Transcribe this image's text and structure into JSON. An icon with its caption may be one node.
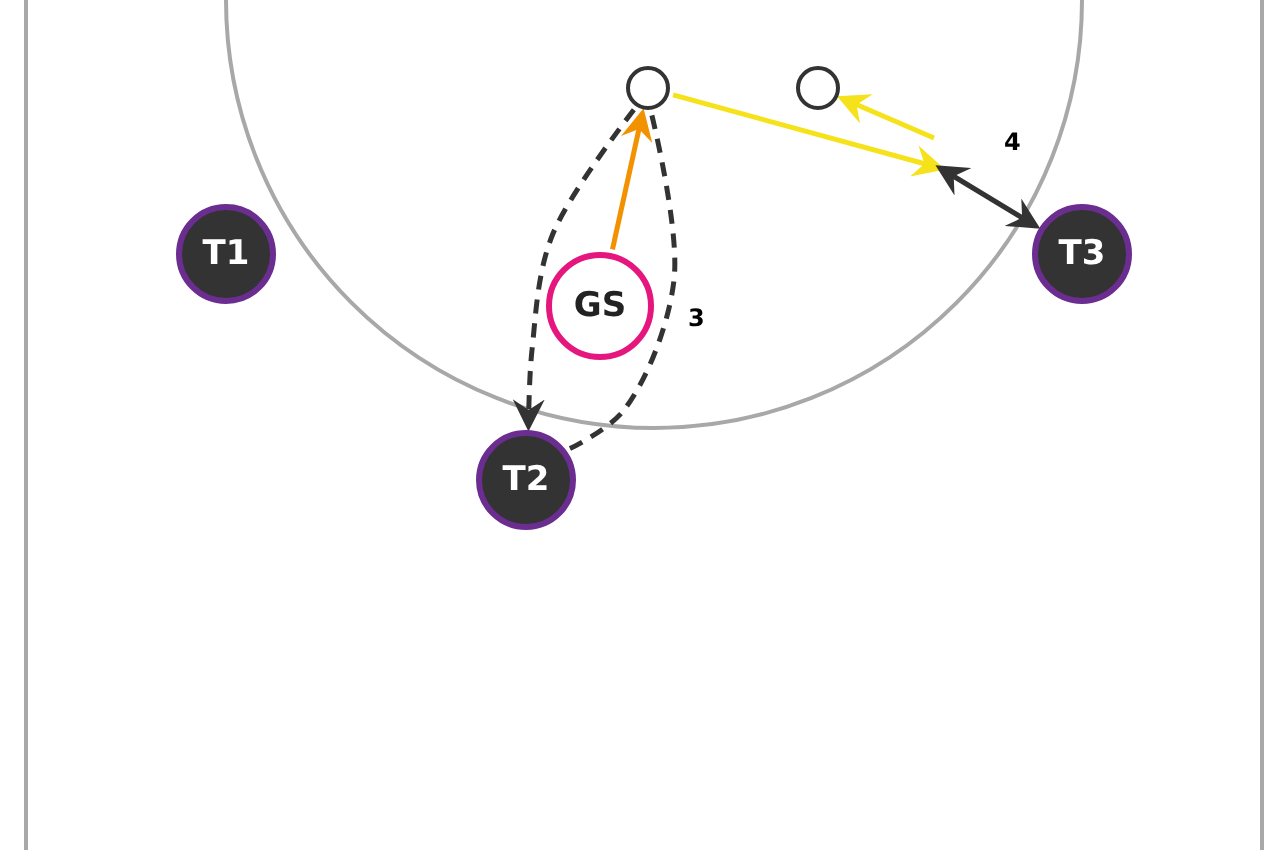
{
  "diagram": {
    "nodes": [
      {
        "text": [
          "T1"
        ]
      },
      {
        "text": [],
        "shape": "circle"
      },
      {
        "text": [],
        "shape": "circle"
      },
      {
        "text": [
          "GS"
        ]
      },
      {
        "text": [
          "T2"
        ]
      },
      {
        "text": [
          "T3"
        ]
      }
    ],
    "edges": [
      {
        "from": 3,
        "to": 1,
        "arrow": "to",
        "color": "#f39200"
      },
      {
        "from": 4,
        "to": 1,
        "arrow": "none",
        "style": "dashed",
        "label": "3"
      },
      {
        "from": 1,
        "to": 4,
        "arrow": "to",
        "style": "dashed"
      },
      {
        "from": 1,
        "to": null,
        "arrow": "to",
        "color": "#f5e21b"
      },
      {
        "from": null,
        "to": 2,
        "arrow": "to",
        "color": "#f5e21b"
      },
      {
        "from": null,
        "to": 5,
        "arrow": "both",
        "label": "4"
      }
    ]
  }
}
